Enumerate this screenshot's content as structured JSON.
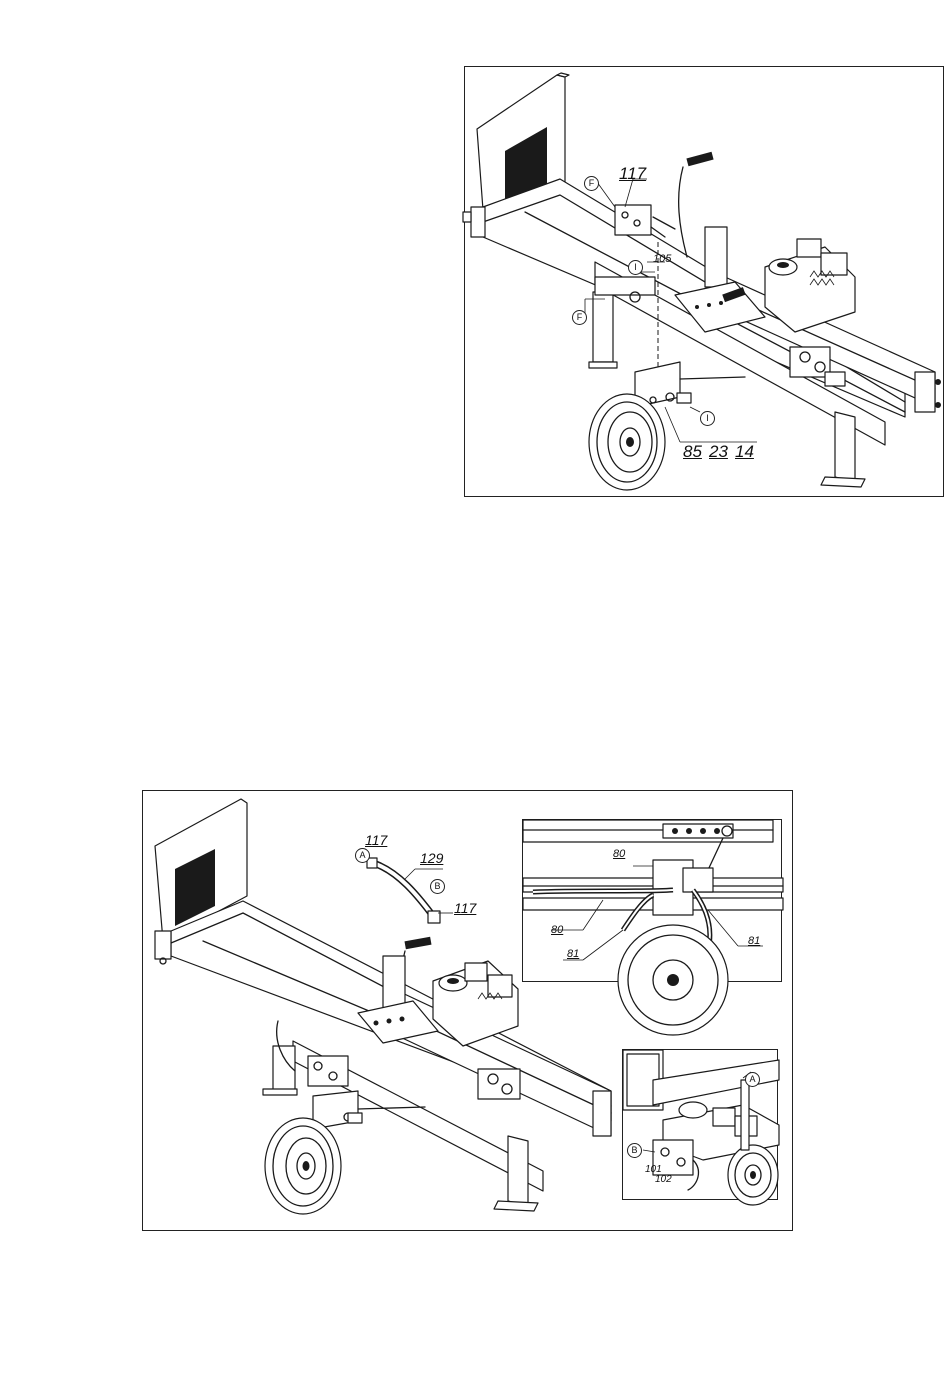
{
  "figure_top": {
    "labels": {
      "part_117": "117",
      "part_105": "105",
      "part_85": "85",
      "part_23": "23",
      "part_14": "14",
      "marker_f_top": "F",
      "marker_f_left": "F",
      "marker_i_top": "I",
      "marker_i_bottom": "I"
    }
  },
  "figure_bottom": {
    "labels": {
      "part_117_a": "117",
      "part_129": "129",
      "part_117_b": "117",
      "marker_a": "A",
      "marker_b": "B"
    },
    "inset_hoses": {
      "labels": {
        "part_80_top": "80",
        "part_80_left": "80",
        "part_81_left": "81",
        "part_81_right": "81"
      }
    },
    "inset_valve": {
      "labels": {
        "marker_a": "A",
        "marker_b": "B",
        "part_101": "101",
        "part_102": "102"
      }
    }
  }
}
